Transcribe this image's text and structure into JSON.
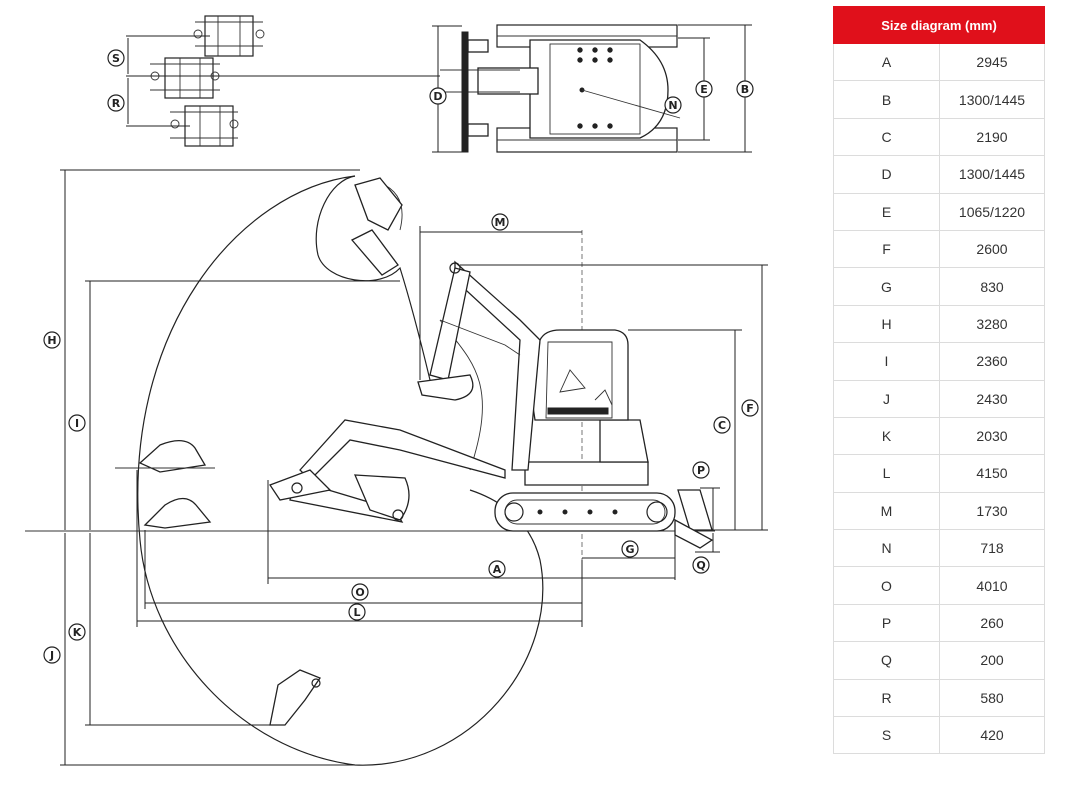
{
  "table": {
    "header": "Size diagram (mm)",
    "rows": [
      {
        "key": "A",
        "value": "2945"
      },
      {
        "key": "B",
        "value": "1300/1445"
      },
      {
        "key": "C",
        "value": "2190"
      },
      {
        "key": "D",
        "value": "1300/1445"
      },
      {
        "key": "E",
        "value": "1065/1220"
      },
      {
        "key": "F",
        "value": "2600"
      },
      {
        "key": "G",
        "value": "830"
      },
      {
        "key": "H",
        "value": "3280"
      },
      {
        "key": "I",
        "value": "2360"
      },
      {
        "key": "J",
        "value": "2430"
      },
      {
        "key": "K",
        "value": "2030"
      },
      {
        "key": "L",
        "value": "4150"
      },
      {
        "key": "M",
        "value": "1730"
      },
      {
        "key": "N",
        "value": "718"
      },
      {
        "key": "O",
        "value": "4010"
      },
      {
        "key": "P",
        "value": "260"
      },
      {
        "key": "Q",
        "value": "200"
      },
      {
        "key": "R",
        "value": "580"
      },
      {
        "key": "S",
        "value": "420"
      }
    ]
  },
  "diagram": {
    "labels": {
      "A": "A",
      "B": "B",
      "C": "C",
      "D": "D",
      "E": "E",
      "F": "F",
      "G": "G",
      "H": "H",
      "I": "I",
      "J": "J",
      "K": "K",
      "L": "L",
      "M": "M",
      "N": "N",
      "O": "O",
      "P": "P",
      "Q": "Q",
      "R": "R",
      "S": "S"
    }
  }
}
